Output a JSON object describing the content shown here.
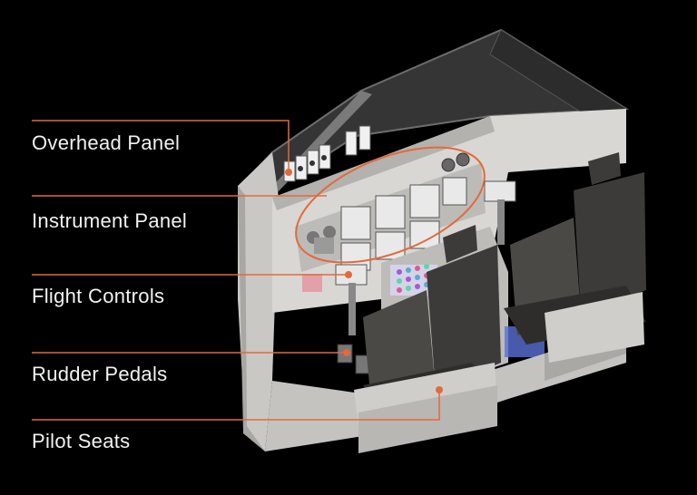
{
  "labels": {
    "overhead_panel": "Overhead Panel",
    "instrument_panel": "Instrument Panel",
    "flight_controls": "Flight Controls",
    "rudder_pedals": "Rudder Pedals",
    "pilot_seats": "Pilot Seats"
  },
  "colors": {
    "background": "#000000",
    "leader_line": "#e36a3a",
    "label_text": "#f2f2f2",
    "shell_light": "#d6d5d2",
    "shell_mid": "#bdbcb9",
    "shell_dark": "#8f8e8b",
    "window_dark": "#333333",
    "seat_dark": "#3c3b39",
    "display_panel": "#e6e6e6"
  }
}
